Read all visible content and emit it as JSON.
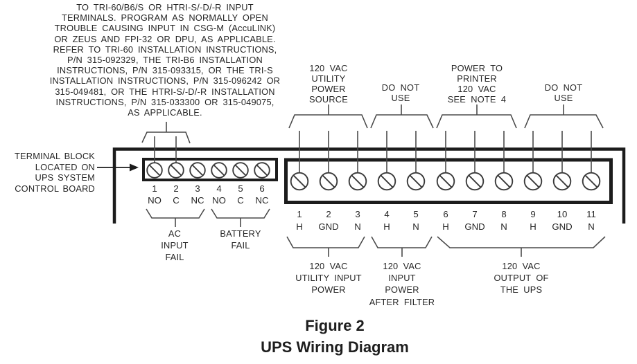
{
  "note": {
    "lines": [
      "TO TRI-60/B6/S OR HTRI-S/-D/-R INPUT",
      "TERMINALS. PROGRAM AS NORMALLY OPEN",
      "TROUBLE CAUSING INPUT IN CSG-M (AccuLINK)",
      "OR ZEUS AND FPI-32 OR DPU, AS APPLICABLE.",
      "REFER TO TRI-60 INSTALLATION INSTRUCTIONS,",
      "P/N 315-092329, THE TRI-B6 INSTALLATION",
      "INSTRUCTIONS, P/N 315-093315, OR THE TRI-S",
      "INSTALLATION INSTRUCTIONS, P/N 315-096242 OR",
      "315-049481, OR THE HTRI-S/-D/-R INSTALLATION",
      "INSTRUCTIONS, P/N 315-033300 OR 315-049075,",
      "AS APPLICABLE."
    ]
  },
  "pointer": {
    "lines": [
      "TERMINAL BLOCK",
      "LOCATED ON",
      "UPS SYSTEM",
      "CONTROL BOARD"
    ]
  },
  "small_block": {
    "terminals": [
      {
        "n": "1",
        "t": "NO"
      },
      {
        "n": "2",
        "t": "C"
      },
      {
        "n": "3",
        "t": "NC"
      },
      {
        "n": "4",
        "t": "NO"
      },
      {
        "n": "5",
        "t": "C"
      },
      {
        "n": "6",
        "t": "NC"
      }
    ],
    "groups": [
      [
        "AC",
        "INPUT",
        "FAIL"
      ],
      [
        "BATTERY",
        "FAIL"
      ]
    ]
  },
  "main_block": {
    "terminals": [
      {
        "n": "1",
        "t": "H"
      },
      {
        "n": "2",
        "t": "GND"
      },
      {
        "n": "3",
        "t": "N"
      },
      {
        "n": "4",
        "t": "H"
      },
      {
        "n": "5",
        "t": "N"
      },
      {
        "n": "6",
        "t": "H"
      },
      {
        "n": "7",
        "t": "GND"
      },
      {
        "n": "8",
        "t": "N"
      },
      {
        "n": "9",
        "t": "H"
      },
      {
        "n": "10",
        "t": "GND"
      },
      {
        "n": "11",
        "t": "N"
      }
    ],
    "top_groups": [
      [
        "120 VAC",
        "UTILITY",
        "POWER",
        "SOURCE"
      ],
      [
        "DO NOT",
        "USE"
      ],
      [
        "POWER TO",
        "PRINTER",
        "120 VAC",
        "SEE NOTE 4"
      ],
      [
        "DO NOT",
        "USE"
      ]
    ],
    "bottom_groups": [
      [
        "120 VAC",
        "UTILITY INPUT",
        "POWER"
      ],
      [
        "120 VAC",
        "INPUT",
        "POWER",
        "AFTER FILTER"
      ],
      [
        "120 VAC",
        "OUTPUT OF",
        "THE UPS"
      ]
    ]
  },
  "caption": {
    "line1": "Figure 2",
    "line2": "UPS Wiring Diagram"
  },
  "colors": {
    "wire": "#4a4a4a",
    "heavy": "#1c1c1c",
    "text": "#262626"
  }
}
